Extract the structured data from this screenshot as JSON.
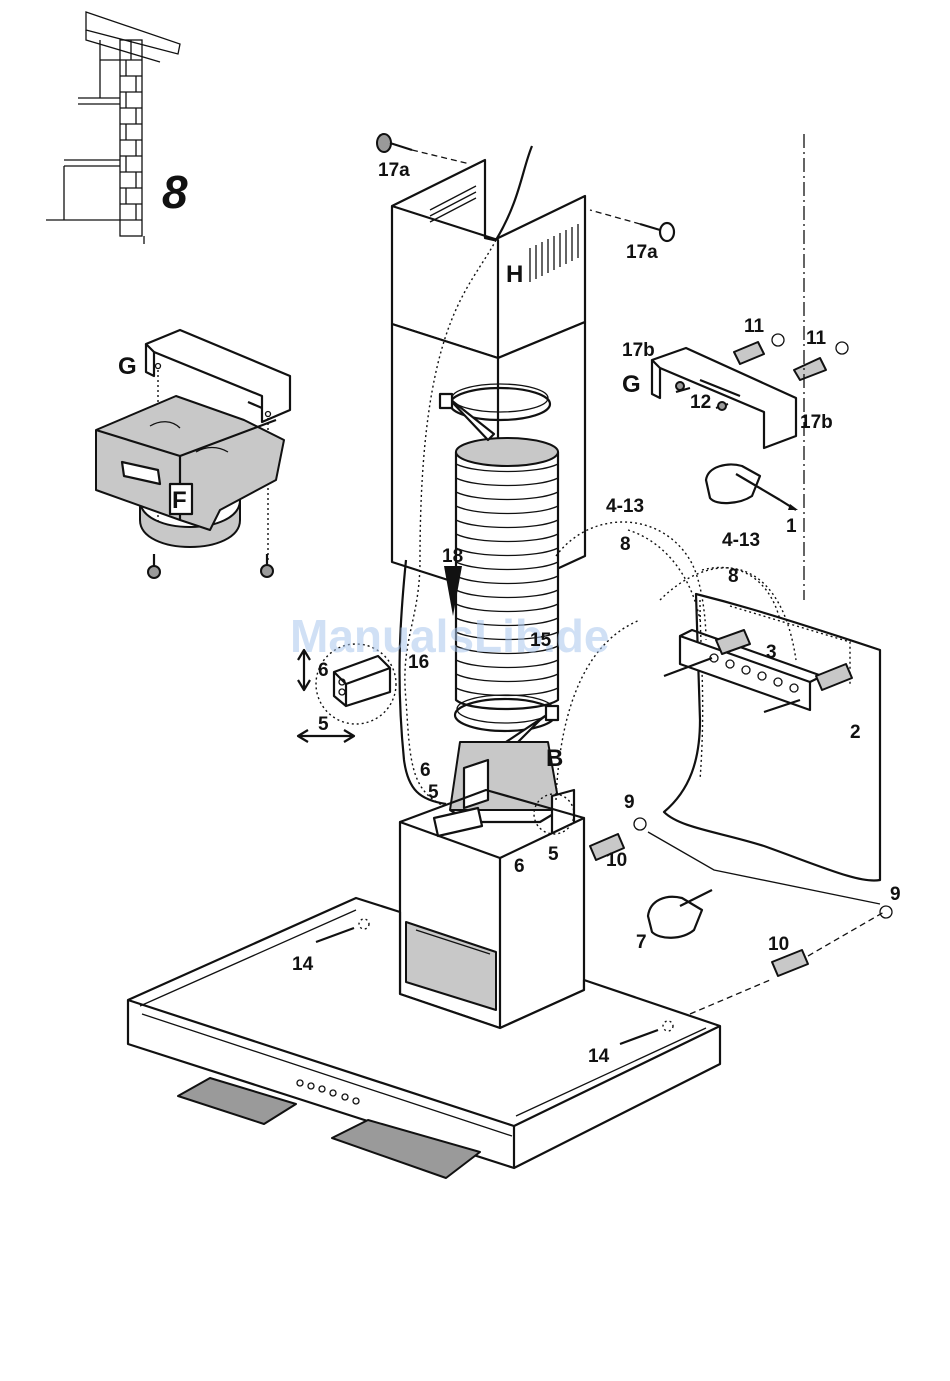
{
  "figure": {
    "number": "8"
  },
  "watermark": "ManualsLib.de",
  "labels": {
    "p17a_top": "17a",
    "p17a_right": "17a",
    "H": "H",
    "G_left": "G",
    "F": "F",
    "p17b_left": "17b",
    "G_right": "G",
    "p12": "12",
    "p17b_right": "17b",
    "p11_a": "11",
    "p11_b": "11",
    "p1": "1",
    "p4_13_a": "4-13",
    "p8_a": "8",
    "p4_13_b": "4-13",
    "p8_b": "8",
    "p18": "18",
    "p15": "15",
    "p16": "16",
    "p3": "3",
    "p2": "2",
    "p6_detail": "6",
    "p5_detail": "5",
    "p6_left": "6",
    "p5_left": "5",
    "B": "B",
    "p5_right": "5",
    "p6_right": "6",
    "p9_a": "9",
    "p10_a": "10",
    "p9_b": "9",
    "p7": "7",
    "p10_b": "10",
    "p14_left": "14",
    "p14_right": "14"
  },
  "colors": {
    "line": "#111111",
    "part_fill": "#c8c8c8",
    "watermark": "#aac8ee"
  }
}
